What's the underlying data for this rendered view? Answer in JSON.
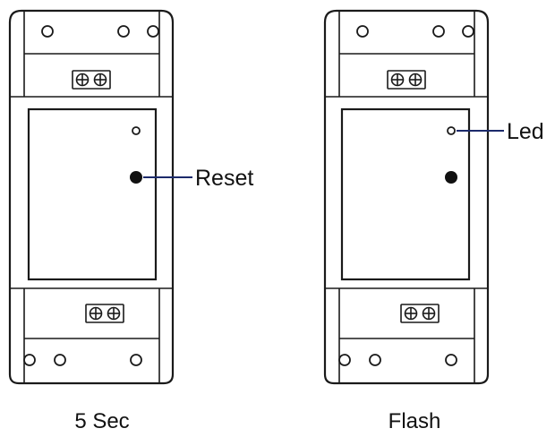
{
  "labels": {
    "reset": "Reset",
    "led": "Led",
    "caption_left": "5 Sec",
    "caption_right": "Flash"
  },
  "colors": {
    "outline": "#1a1a1a",
    "leader_line": "#1c2a6b",
    "background": "#ffffff"
  }
}
